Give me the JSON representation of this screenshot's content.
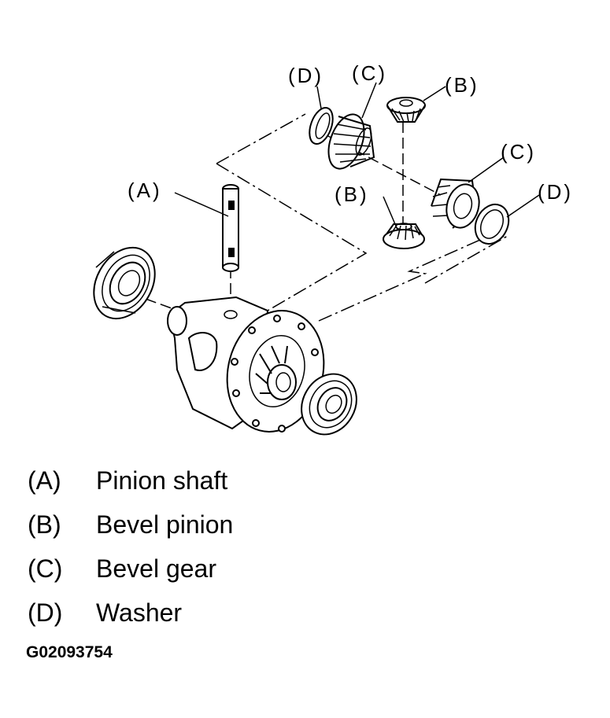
{
  "callouts": {
    "a": "(A)",
    "b_top": "(B)",
    "b_bottom": "(B)",
    "c_top": "(C)",
    "c_right": "(C)",
    "d_top": "(D)",
    "d_right": "(D)"
  },
  "legend": [
    {
      "key": "(A)",
      "label": "Pinion shaft"
    },
    {
      "key": "(B)",
      "label": "Bevel pinion"
    },
    {
      "key": "(C)",
      "label": "Bevel gear"
    },
    {
      "key": "(D)",
      "label": "Washer"
    }
  ],
  "figure_id": "G02093754"
}
